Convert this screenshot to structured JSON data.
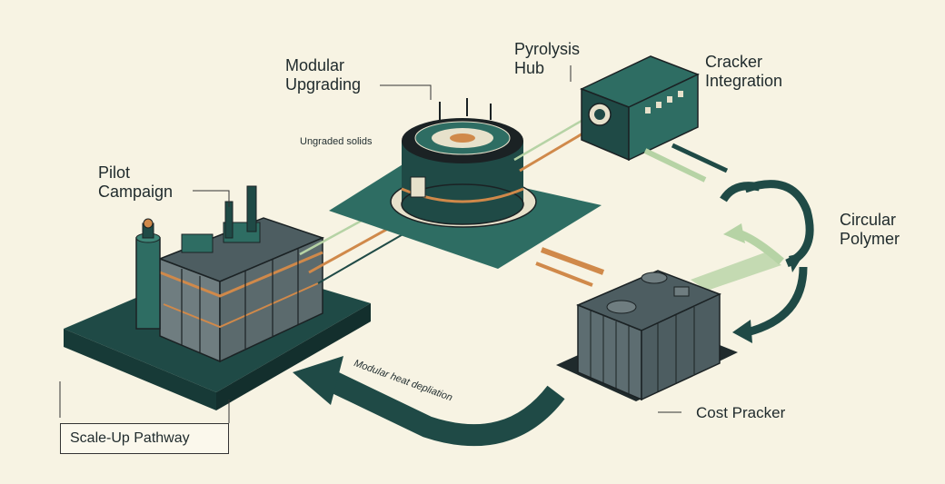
{
  "labels": {
    "modular_upgrading": [
      "Modular",
      "Upgrading"
    ],
    "pyrolysis_hub": [
      "Pyrolysis",
      "Hub"
    ],
    "cracker_integration": [
      "Cracker",
      "Integration"
    ],
    "pilot_campaign": [
      "Pilot",
      "Campaign"
    ],
    "circular_polymer": [
      "Circular",
      "Polymer"
    ],
    "ungraded_solids": "Ungraded solids",
    "modular_heat": "Modular heat depliation",
    "cost_tracker": "Cost Pracker",
    "scale_up": "Scale-Up Pathway"
  },
  "colors": {
    "background": "#f7f3e3",
    "dark_green": "#1f4a46",
    "teal": "#2e6d63",
    "orange": "#d0894a",
    "light_green": "#b6d3a5",
    "slate": "#4d5d61"
  }
}
